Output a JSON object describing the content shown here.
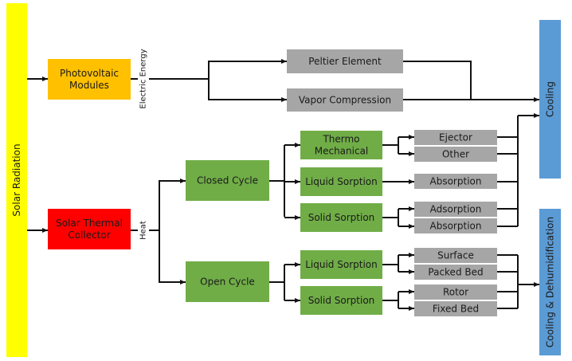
{
  "source": {
    "label": "Solar Radiation",
    "color": "#ffff00"
  },
  "collectors": [
    {
      "id": "pv",
      "label": [
        "Photovoltaic",
        "Modules"
      ],
      "color": "#ffc000",
      "output": "Electric Energy"
    },
    {
      "id": "thermal",
      "label": [
        "Solar Thermal",
        "Collector"
      ],
      "color": "#ff0000",
      "output": "Heat"
    }
  ],
  "electric_tech": [
    {
      "label": "Peltier Element",
      "color": "#a6a6a6"
    },
    {
      "label": "Vapor Compression",
      "color": "#a6a6a6"
    }
  ],
  "cycles": [
    {
      "label": "Closed Cycle",
      "color": "#70ad47"
    },
    {
      "label": "Open Cycle",
      "color": "#70ad47"
    }
  ],
  "closed_methods": [
    {
      "label": [
        "Thermo",
        "Mechanical"
      ],
      "sub": [
        "Ejector",
        "Other"
      ]
    },
    {
      "label": [
        "Liquid Sorption"
      ],
      "sub": [
        "Absorption"
      ]
    },
    {
      "label": [
        "Solid Sorption"
      ],
      "sub": [
        "Adsorption",
        "Absorption"
      ]
    }
  ],
  "open_methods": [
    {
      "label": [
        "Liquid Sorption"
      ],
      "sub": [
        "Surface",
        "Packed Bed"
      ]
    },
    {
      "label": [
        "Solid Sorption"
      ],
      "sub": [
        "Rotor",
        "Fixed Bed"
      ]
    }
  ],
  "outputs": [
    {
      "label": "Cooling",
      "color": "#5b9bd5"
    },
    {
      "label": "Cooling & Dehumidification",
      "color": "#5b9bd5"
    }
  ]
}
